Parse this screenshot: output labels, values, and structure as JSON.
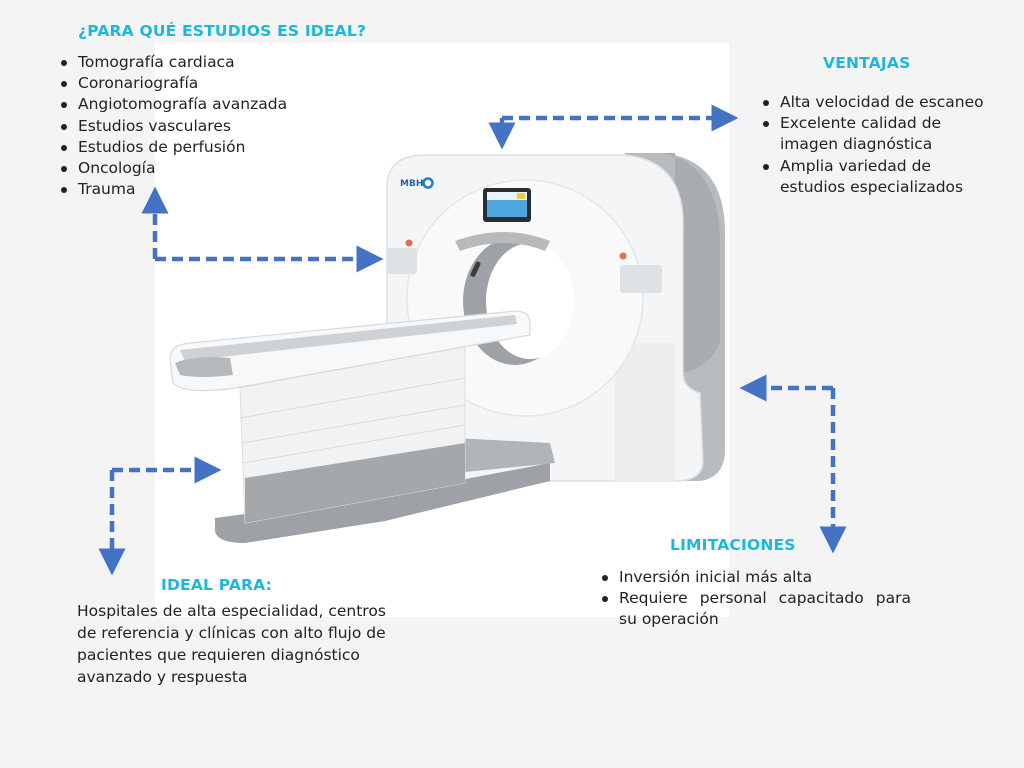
{
  "studies": {
    "title": "¿PARA QUÉ ESTUDIOS ES IDEAL?",
    "items": [
      "Tomografía cardiaca",
      "Coronariografía",
      "Angiotomografía avanzada",
      "Estudios vasculares",
      "Estudios de perfusión",
      "Oncología",
      "Trauma"
    ]
  },
  "advantages": {
    "title": "VENTAJAS",
    "items": [
      "Alta velocidad de escaneo",
      "Excelente calidad de imagen diagnóstica",
      "Amplia variedad de estudios especializados"
    ]
  },
  "limitations": {
    "title": "LIMITACIONES",
    "items": [
      "Inversión inicial más alta",
      "Requiere personal capacitado para su operación"
    ]
  },
  "ideal_for": {
    "title": "IDEAL PARA:",
    "text": "Hospitales de alta especialidad, centros de referencia y clínicas con alto flujo de pacientes que requieren diagnóstico avanzado y respuesta"
  },
  "device": {
    "brand": "MBH",
    "type": "CT scanner"
  },
  "colors": {
    "heading": "#1cb8d8",
    "arrow": "#4472c4",
    "background": "#f4f4f5",
    "text": "#222222"
  }
}
